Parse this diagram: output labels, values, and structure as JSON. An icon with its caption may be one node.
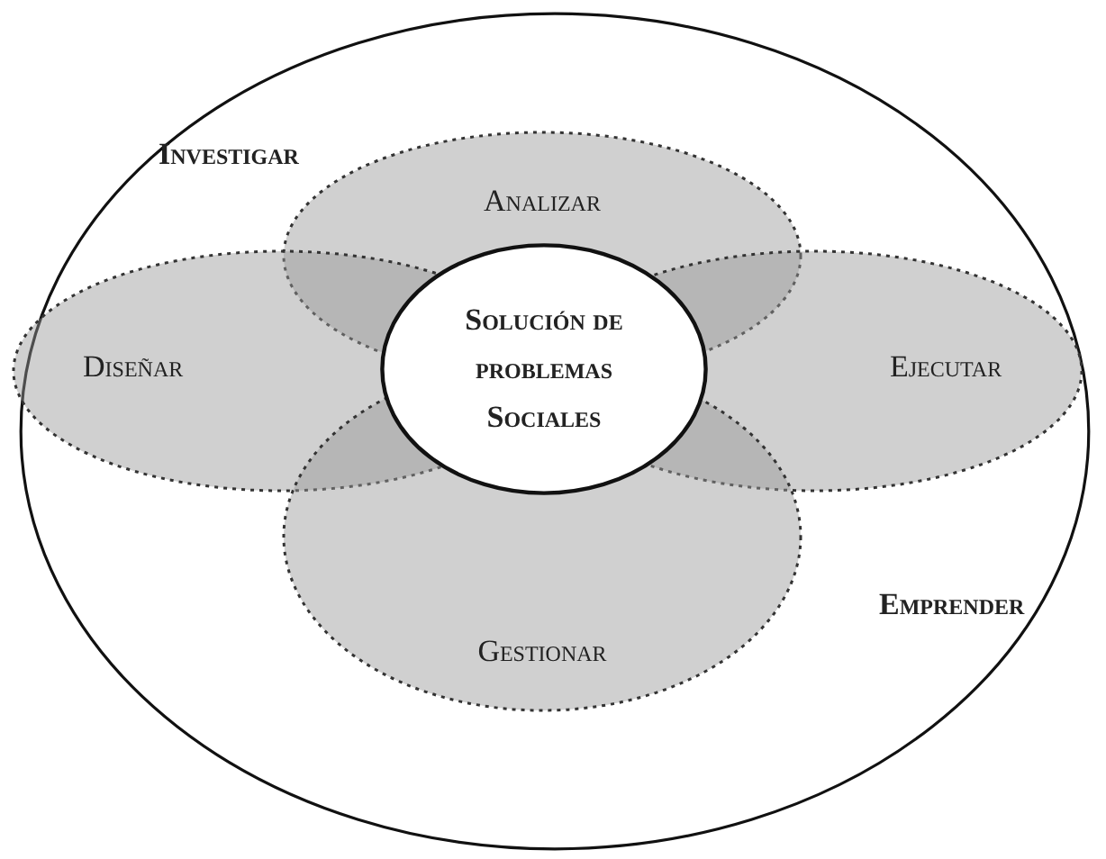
{
  "diagram": {
    "nodes": [
      {
        "text": [
          "Investigar",
          "Emprender"
        ]
      },
      {
        "text": [
          "Analizar"
        ],
        "in": 0
      },
      {
        "text": [
          "Diseñar"
        ],
        "in": 0
      },
      {
        "text": [
          "Ejecutar"
        ],
        "in": 0
      },
      {
        "text": [
          "Gestionar"
        ],
        "in": 0
      },
      {
        "text": [
          "Solución de problemas Sociales"
        ],
        "in": 0
      }
    ],
    "edges": []
  }
}
